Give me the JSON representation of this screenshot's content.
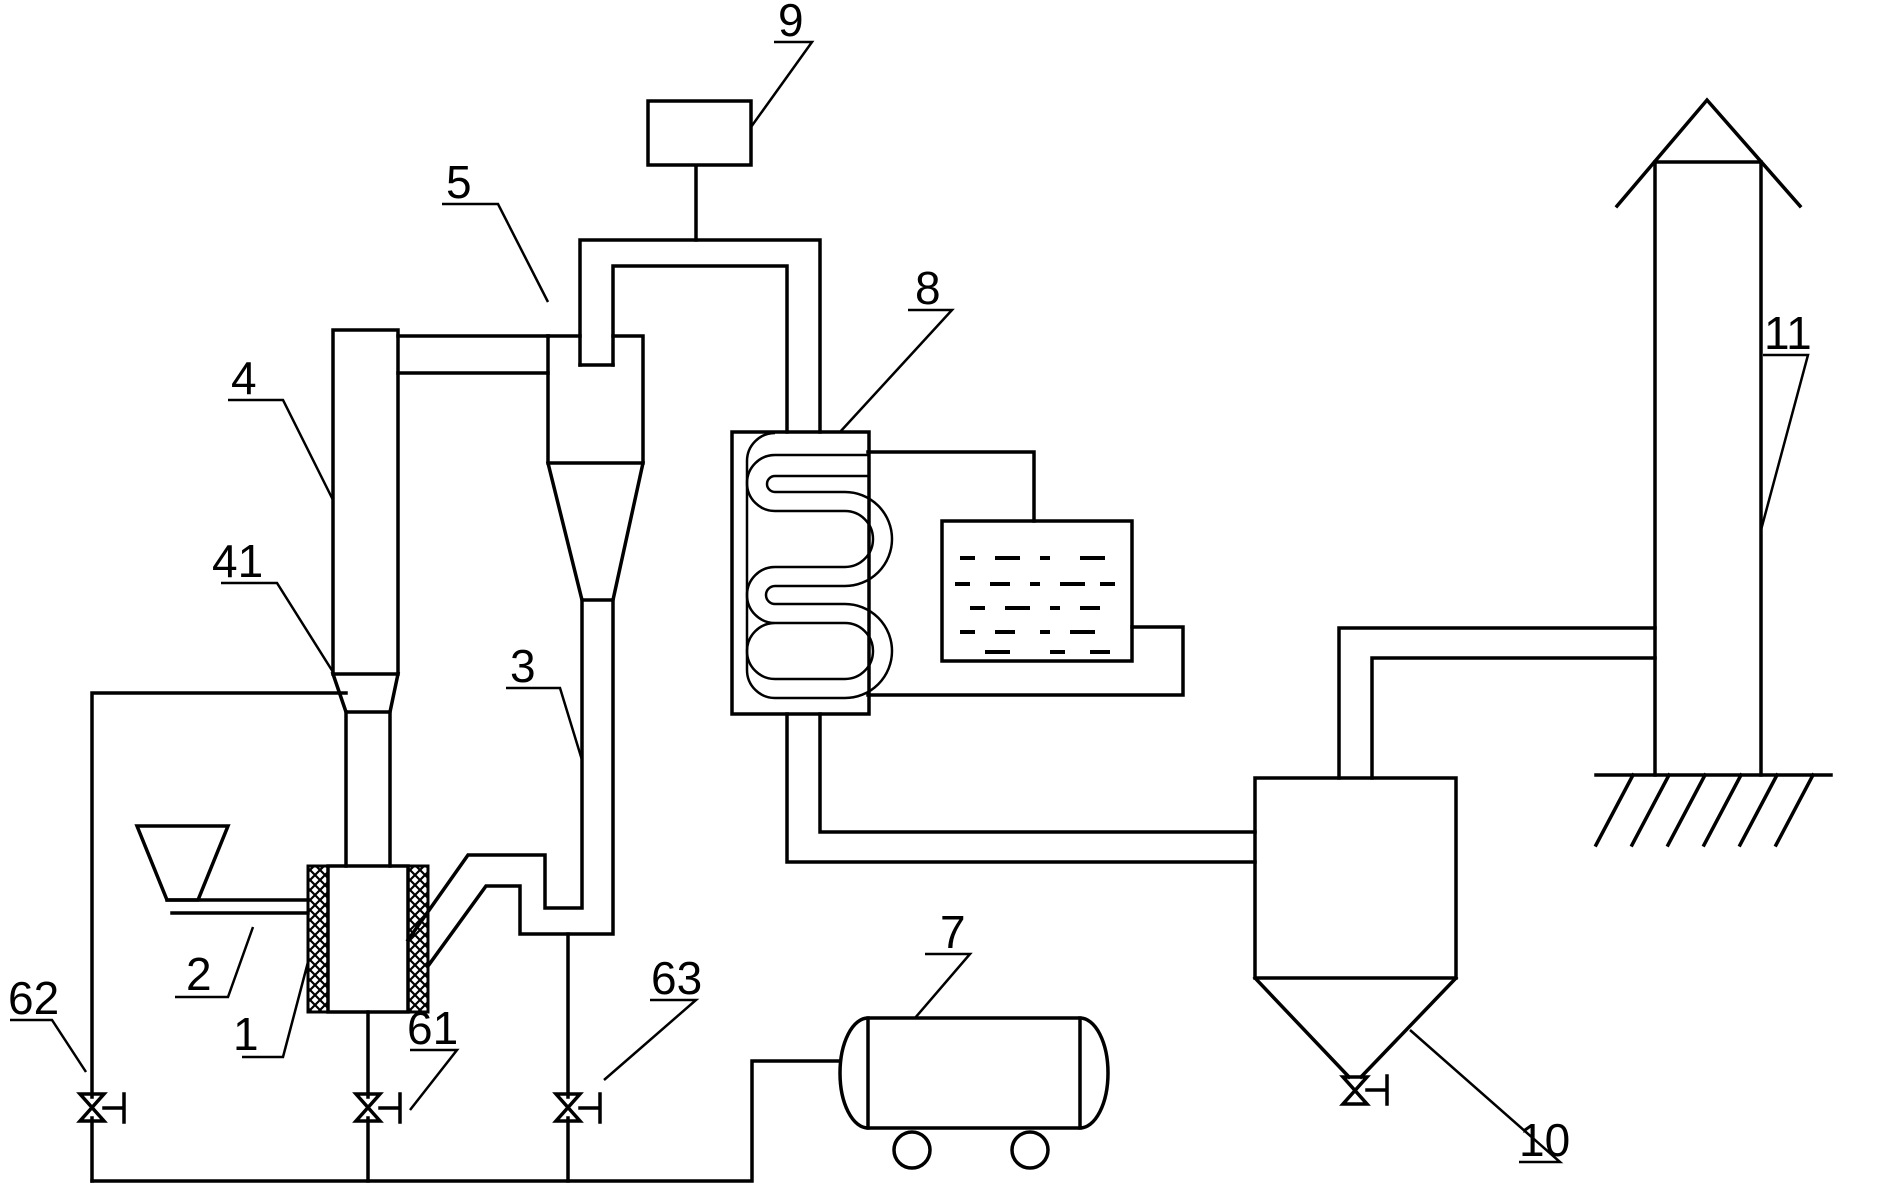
{
  "labels": {
    "l1": "1",
    "l2": "2",
    "l3": "3",
    "l4": "4",
    "l41": "41",
    "l5": "5",
    "l61": "61",
    "l62": "62",
    "l63": "63",
    "l7": "7",
    "l8": "8",
    "l9": "9",
    "l10": "10",
    "l11": "11"
  },
  "colors": {
    "line": "#000000",
    "background": "#ffffff"
  }
}
